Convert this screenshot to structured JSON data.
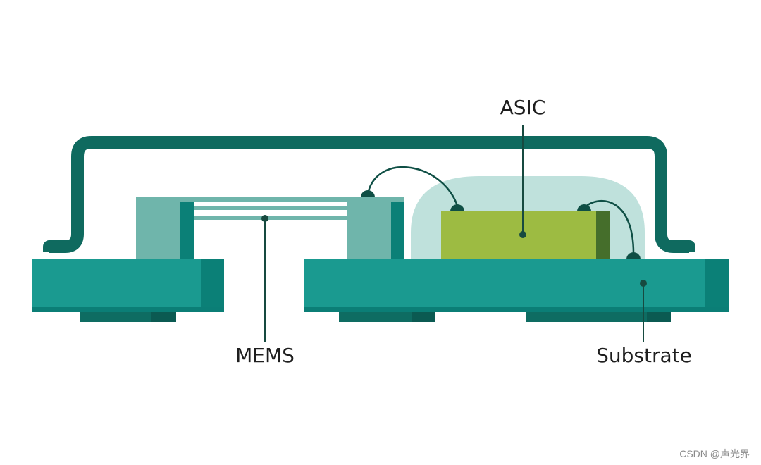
{
  "labels": {
    "asic": "ASIC",
    "mems": "MEMS",
    "substrate": "Substrate"
  },
  "watermark": "CSDN @声光界",
  "colors": {
    "substrate": "#1a9a90",
    "substrate_dark": "#0b7e76",
    "lid": "#0f6a5f",
    "mems_body": "#6fb5ab",
    "mems_dark": "#0b8077",
    "asic_chip": "#9dbb42",
    "asic_chip_side": "#456e2b",
    "encapsulant": "#bfe1dc",
    "wire": "#0f4f45",
    "leader": "#174a40",
    "text": "#1e1e1e"
  }
}
